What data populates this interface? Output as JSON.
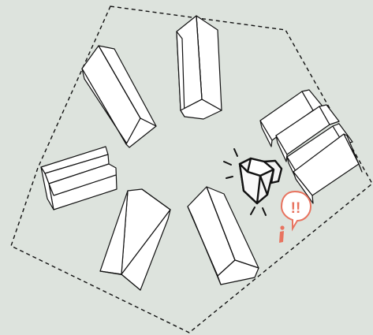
{
  "scene": {
    "background_color": "#dde3dd",
    "line_color": "#111111",
    "roof_fill": "#ffffff",
    "highlighted_building_fill": "#f4f4f4",
    "alert_color": "#e8735f",
    "boundary_style": "dashed"
  },
  "alert": {
    "bubble_text": "!!",
    "icon": "exclamation-speech-bubble-icon",
    "figure_icon": "person-icon"
  },
  "buildings": [
    {
      "id": "north",
      "orientation": "vertical"
    },
    {
      "id": "northwest",
      "orientation": "diagonal"
    },
    {
      "id": "west",
      "orientation": "horizontal"
    },
    {
      "id": "southwest",
      "orientation": "diagonal"
    },
    {
      "id": "south",
      "orientation": "diagonal"
    },
    {
      "id": "east-cluster",
      "orientation": "diagonal"
    },
    {
      "id": "highlighted",
      "orientation": "compact",
      "highlighted": true
    }
  ]
}
